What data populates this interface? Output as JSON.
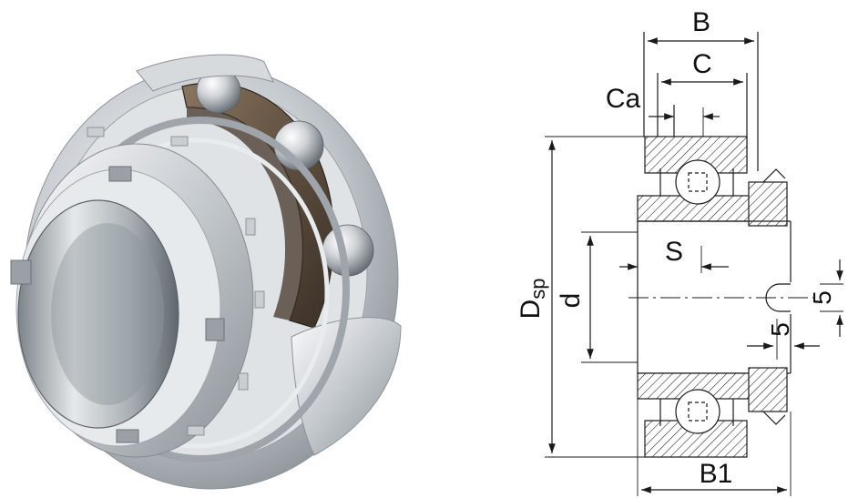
{
  "photo": {
    "subject": "insert-bearing-cutaway",
    "colors": {
      "steel_light": "#eceeef",
      "steel_mid": "#b9bec3",
      "steel_dark": "#6f767c",
      "cage": "#6b5a48",
      "cage_dark": "#3f342a"
    }
  },
  "drawing": {
    "labels": {
      "B": "B",
      "C": "C",
      "Ca": "Ca",
      "S": "S",
      "Dsp_main": "D",
      "Dsp_sub": "sp",
      "d": "d",
      "five_vertical": "5",
      "five_horizontal": "5",
      "B1": "B1"
    },
    "colors": {
      "line": "#1a1a1a",
      "hatch": "#1a1a1a"
    }
  }
}
